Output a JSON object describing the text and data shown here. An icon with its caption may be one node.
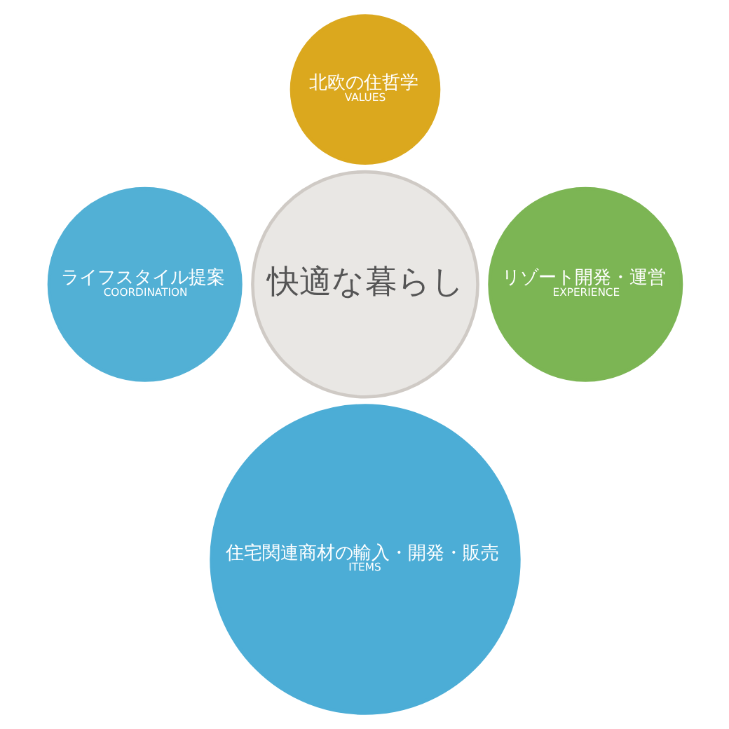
{
  "diagram": {
    "nodes": [
      {
        "text": [
          "北欧の住哲学",
          "VALUES"
        ]
      },
      {
        "text": [
          "ライフスタイル提案",
          "COORDINATION"
        ]
      },
      {
        "text": [
          "快適な暮らし"
        ]
      },
      {
        "text": [
          "リゾート開発・運営",
          "EXPERIENCE"
        ]
      },
      {
        "text": [
          "住宅関連商材の輸入・開発・販売",
          "ITEMS"
        ]
      }
    ],
    "edges": []
  }
}
